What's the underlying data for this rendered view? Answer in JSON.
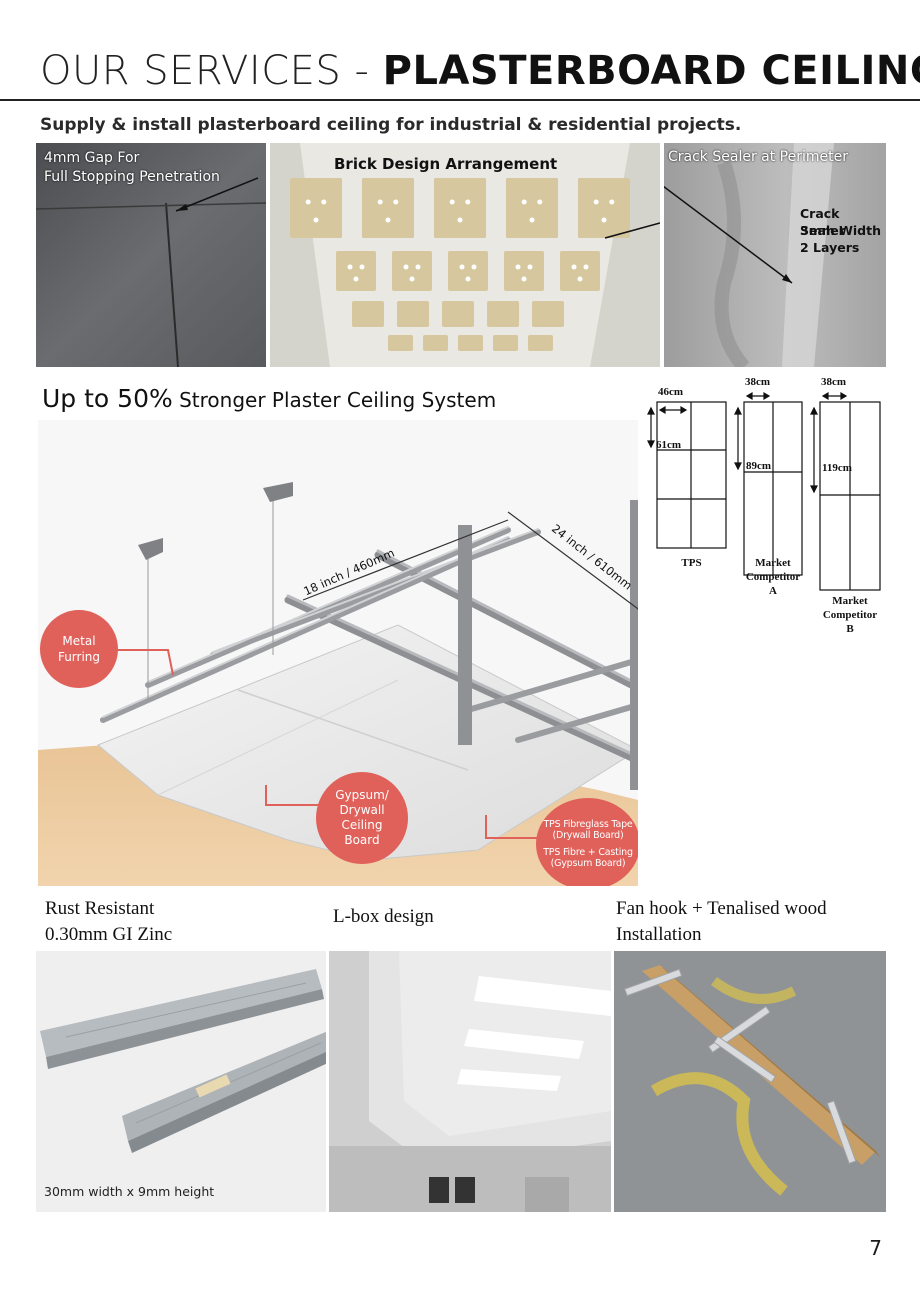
{
  "header": {
    "title_light": "OUR SERVICES - ",
    "title_bold": "PLASTERBOARD CEILING",
    "subtitle": "Supply & install plasterboard ceiling for industrial & residential projects."
  },
  "top_photos": {
    "gap": {
      "caption_line1": "4mm Gap For",
      "caption_line2": "Full Stopping Penetration"
    },
    "brick": {
      "caption": "Brick Design Arrangement"
    },
    "sealer": {
      "caption": "Crack Sealer at Perimeter",
      "detail_line1": "Crack Sealer",
      "detail_line2": "3mm Width",
      "detail_line3": "2 Layers"
    }
  },
  "strength": {
    "heading_big": "Up to 50%",
    "heading_small": " Stronger Plaster Ceiling System"
  },
  "boards": [
    {
      "width": "46cm",
      "height": "61cm",
      "label_line1": "TPS",
      "label_line2": "",
      "label_line3": ""
    },
    {
      "width": "38cm",
      "height": "89cm",
      "label_line1": "Market",
      "label_line2": "Competitor",
      "label_line3": "A"
    },
    {
      "width": "38cm",
      "height": "119cm",
      "label_line1": "Market",
      "label_line2": "Competitor",
      "label_line3": "B"
    }
  ],
  "diagram": {
    "spacing_18": "18 inch / 460mm",
    "spacing_24": "24 inch / 610mm",
    "metal_furring": {
      "line1": "Metal",
      "line2": "Furring"
    },
    "gypsum_board": {
      "line1": "Gypsum/",
      "line2": "Drywall",
      "line3": "Ceiling",
      "line4": "Board"
    },
    "tape": {
      "line1": "TPS Fibreglass Tape",
      "line2": "(Drywall Board)",
      "line3": "TPS Fibre + Casting",
      "line4": "(Gypsum Board)"
    }
  },
  "bottom": {
    "rust_line1": "Rust Resistant",
    "rust_line2": "0.30mm GI Zinc",
    "lbox": "L-box design",
    "fan_line1": "Fan hook + Tenalised wood",
    "fan_line2": "Installation",
    "furring_dims": "30mm width x 9mm height"
  },
  "page_number": "7",
  "colors": {
    "callout_red": "#e0605a",
    "rule": "#222222"
  }
}
